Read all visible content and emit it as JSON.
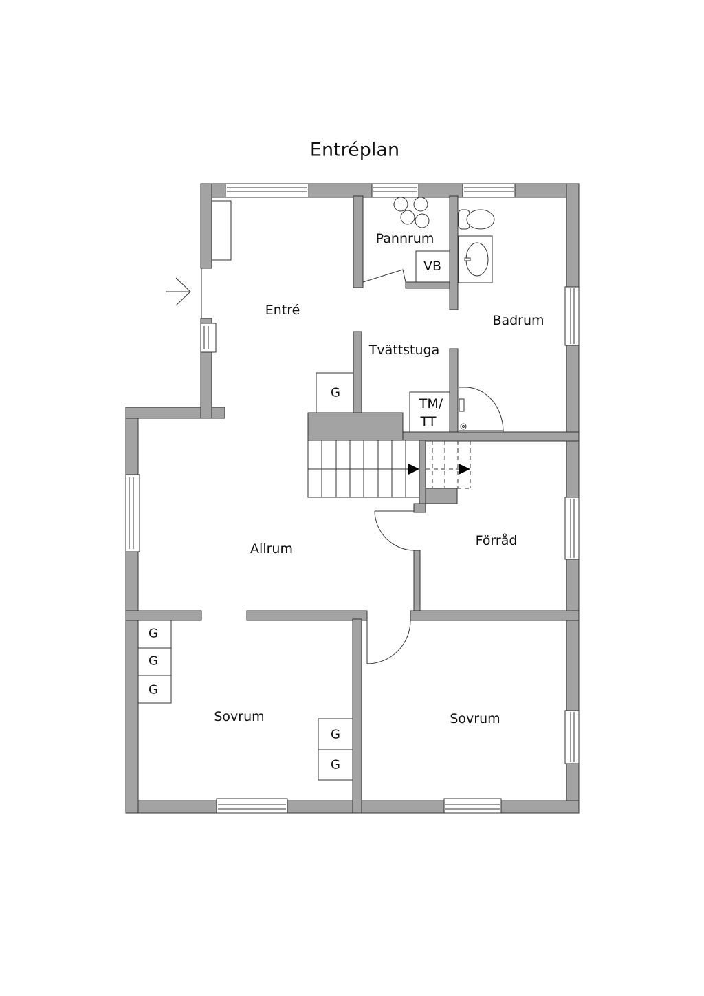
{
  "title": "Entréplan",
  "rooms": {
    "entre": "Entré",
    "pannrum": "Pannrum",
    "badrum": "Badrum",
    "tvattstuga": "Tvättstuga",
    "allrum": "Allrum",
    "forrad": "Förråd",
    "sovrum_left": "Sovrum",
    "sovrum_right": "Sovrum"
  },
  "fixtures": {
    "vb": "VB",
    "tm_line1": "TM/",
    "tm_line2": "TT",
    "wardrobe": "G",
    "wardrobe_tvatt": "G",
    "wardrobes_sovrum_left": [
      "G",
      "G",
      "G"
    ],
    "wardrobes_sovrum_mid": [
      "G",
      "G"
    ]
  },
  "colors": {
    "wall": "#a3a3a3",
    "line": "#333333",
    "background": "#ffffff"
  }
}
